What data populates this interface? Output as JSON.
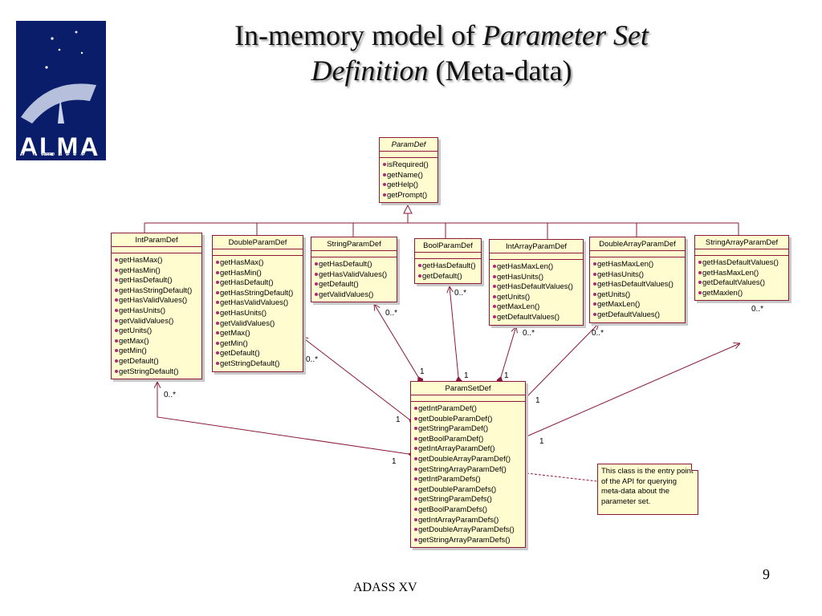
{
  "logo": {
    "word": "ALMA",
    "tagline": "ATACAMA LARGE MILLIMETER ARRAY"
  },
  "title": {
    "part1": "In-memory model of ",
    "italic1": "Parameter Set",
    "italic2": "Definition",
    "part2": " (Meta-data)"
  },
  "classes": {
    "paramdef": {
      "name": "ParamDef",
      "methods": [
        "isRequired()",
        "getName()",
        "getHelp()",
        "getPrompt()"
      ]
    },
    "intparamdef": {
      "name": "IntParamDef",
      "methods": [
        "getHasMax()",
        "getHasMin()",
        "getHasDefault()",
        "getHasStringDefault()",
        "getHasValidValues()",
        "getHasUnits()",
        "getValidValues()",
        "getUnits()",
        "getMax()",
        "getMin()",
        "getDefault()",
        "getStringDefault()"
      ]
    },
    "doubleparamdef": {
      "name": "DoubleParamDef",
      "methods": [
        "getHasMax()",
        "getHasMin()",
        "getHasDefault()",
        "getHasStringDefault()",
        "getHasValidValues()",
        "getHasUnits()",
        "getValidValues()",
        "getMax()",
        "getMin()",
        "getDefault()",
        "getStringDefault()"
      ]
    },
    "stringparamdef": {
      "name": "StringParamDef",
      "methods": [
        "getHasDefault()",
        "getHasValidValues()",
        "getDefault()",
        "getValidValues()"
      ]
    },
    "boolparamdef": {
      "name": "BoolParamDef",
      "methods": [
        "getHasDefault()",
        "getDefault()"
      ]
    },
    "intarrayparamdef": {
      "name": "IntArrayParamDef",
      "methods": [
        "getHasMaxLen()",
        "getHasUnits()",
        "getHasDefaultValues()",
        "getUnits()",
        "getMaxLen()",
        "getDefaultValues()"
      ]
    },
    "doublearrayparamdef": {
      "name": "DoubleArrayParamDef",
      "methods": [
        "getHasMaxLen()",
        "getHasUnits()",
        "getHasDefaultValues()",
        "getUnits()",
        "getMaxLen()",
        "getDefaultValues()"
      ]
    },
    "stringarrayparamdef": {
      "name": "StringArrayParamDef",
      "methods": [
        "getHasDefaultValues()",
        "getHasMaxLen()",
        "getDefaultValues()",
        "getMaxlen()"
      ]
    },
    "paramsetdef": {
      "name": "ParamSetDef",
      "methods": [
        "getIntParamDef()",
        "getDoubleParamDef()",
        "getStringParamDef()",
        "getBoolParamDef()",
        "getIntArrayParamDef()",
        "getDoubleArrayParamDef()",
        "getStringArrayParamDef()",
        "getIntParamDefs()",
        "getDoubleParamDefs()",
        "getStringParamDefs()",
        "getBoolParamDefs()",
        "getIntArrayParamDefs()",
        "getDoubleArrayParamDefs()",
        "getStringArrayParamDefs()"
      ]
    }
  },
  "note": "This class is the entry point of the API for querying meta-data about the parameter set.",
  "multiplicities": {
    "many": "0..*",
    "one": "1"
  },
  "footer": "ADASS XV",
  "page_number": "9"
}
